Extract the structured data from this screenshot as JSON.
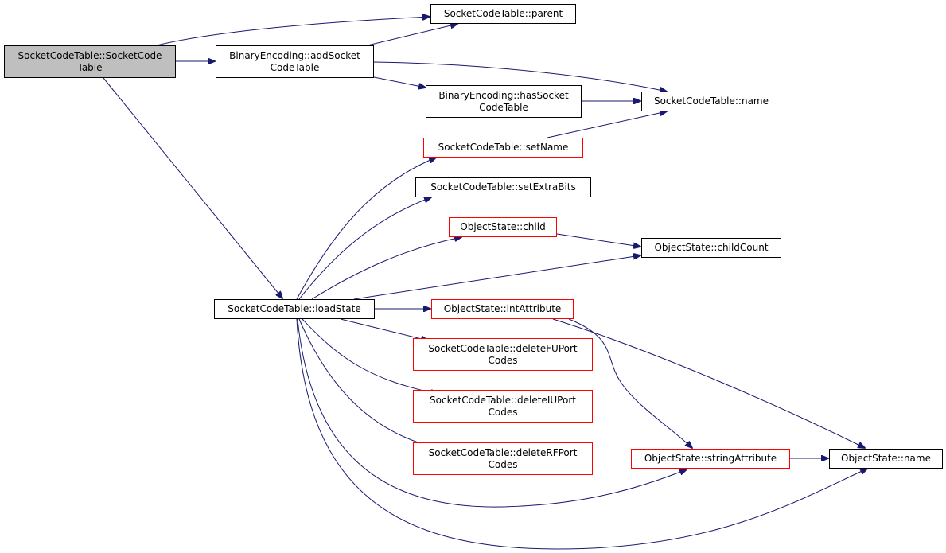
{
  "graph": {
    "edge_color": "#191970",
    "root_fill": "#bfbfbf",
    "truncated_border_color": "#ff0000",
    "nodes": [
      {
        "id": "root",
        "label": "SocketCodeTable::SocketCode\nTable",
        "root": true
      },
      {
        "id": "addSocket",
        "label": "BinaryEncoding::addSocket\nCodeTable"
      },
      {
        "id": "parent",
        "label": "SocketCodeTable::parent"
      },
      {
        "id": "hasSocket",
        "label": "BinaryEncoding::hasSocket\nCodeTable"
      },
      {
        "id": "sctName",
        "label": "SocketCodeTable::name"
      },
      {
        "id": "setName",
        "label": "SocketCodeTable::setName",
        "truncated": true
      },
      {
        "id": "setExtraBits",
        "label": "SocketCodeTable::setExtraBits"
      },
      {
        "id": "child",
        "label": "ObjectState::child",
        "truncated": true
      },
      {
        "id": "childCount",
        "label": "ObjectState::childCount"
      },
      {
        "id": "loadState",
        "label": "SocketCodeTable::loadState"
      },
      {
        "id": "intAttribute",
        "label": "ObjectState::intAttribute",
        "truncated": true
      },
      {
        "id": "deleteFU",
        "label": "SocketCodeTable::deleteFUPort\nCodes",
        "truncated": true
      },
      {
        "id": "deleteIU",
        "label": "SocketCodeTable::deleteIUPort\nCodes",
        "truncated": true
      },
      {
        "id": "deleteRF",
        "label": "SocketCodeTable::deleteRFPort\nCodes",
        "truncated": true
      },
      {
        "id": "stringAttribute",
        "label": "ObjectState::stringAttribute",
        "truncated": true
      },
      {
        "id": "osName",
        "label": "ObjectState::name"
      }
    ],
    "edges": [
      {
        "from": "root",
        "to": "parent"
      },
      {
        "from": "root",
        "to": "addSocket"
      },
      {
        "from": "root",
        "to": "loadState"
      },
      {
        "from": "addSocket",
        "to": "parent"
      },
      {
        "from": "addSocket",
        "to": "sctName"
      },
      {
        "from": "addSocket",
        "to": "hasSocket"
      },
      {
        "from": "hasSocket",
        "to": "sctName"
      },
      {
        "from": "setName",
        "to": "sctName"
      },
      {
        "from": "loadState",
        "to": "setName"
      },
      {
        "from": "loadState",
        "to": "setExtraBits"
      },
      {
        "from": "loadState",
        "to": "child"
      },
      {
        "from": "loadState",
        "to": "childCount"
      },
      {
        "from": "loadState",
        "to": "intAttribute"
      },
      {
        "from": "loadState",
        "to": "deleteFU"
      },
      {
        "from": "loadState",
        "to": "deleteIU"
      },
      {
        "from": "loadState",
        "to": "deleteRF"
      },
      {
        "from": "loadState",
        "to": "stringAttribute"
      },
      {
        "from": "loadState",
        "to": "osName"
      },
      {
        "from": "child",
        "to": "childCount"
      },
      {
        "from": "intAttribute",
        "to": "stringAttribute"
      },
      {
        "from": "intAttribute",
        "to": "osName"
      },
      {
        "from": "stringAttribute",
        "to": "osName"
      }
    ]
  }
}
